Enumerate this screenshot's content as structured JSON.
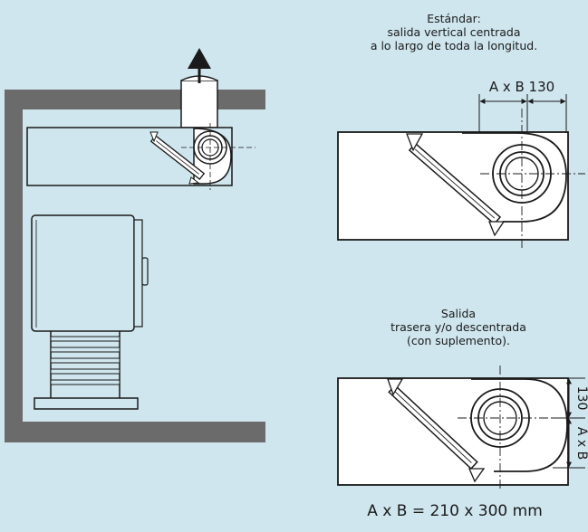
{
  "top_caption": {
    "line1": "Estándar:",
    "line2": "salida vertical centrada",
    "line3": "a lo largo de toda la longitud."
  },
  "top_dimension_label": "A x B 130",
  "bottom_caption": {
    "line1": "Salida",
    "line2": "trasera y/o descentrada",
    "line3": "(con suplemento)."
  },
  "bottom_dim_130": "130",
  "bottom_dim_axb": "A x B",
  "formula": "A x B = 210 x 300 mm",
  "colors": {
    "background": "#cfe6ee",
    "wall": "#6b6b6b",
    "line": "#1a1a1a",
    "fill": "#ffffff"
  }
}
